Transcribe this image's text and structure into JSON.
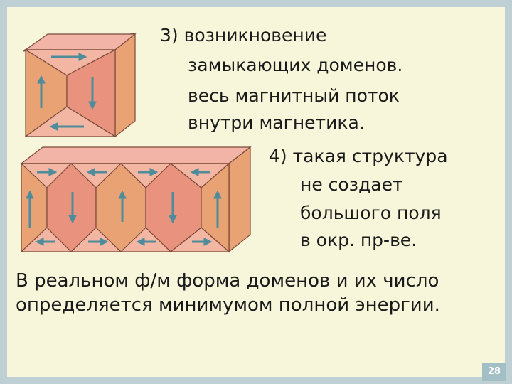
{
  "caption3": {
    "line1": "3) возникновение",
    "line2": "замыкающих доменов.",
    "line3": "весь магнитный поток",
    "line4": "внутри магнетика."
  },
  "caption4": {
    "line1": "4) такая структура",
    "line2": "не создает",
    "line3": "большого поля",
    "line4": "в окр. пр-ве."
  },
  "paragraph": "В реальном ф/м форма доменов и их число определяется минимумом полной энергии.",
  "page_number": "28",
  "colors": {
    "background": "#f7f5d8",
    "frame": "#bed0d4",
    "face_orange": "#e9a274",
    "face_pink": "#e9927e",
    "top_face": "#f1b4a6",
    "arrow": "#4e8c9c",
    "page_badge": "#a3bfc6"
  }
}
